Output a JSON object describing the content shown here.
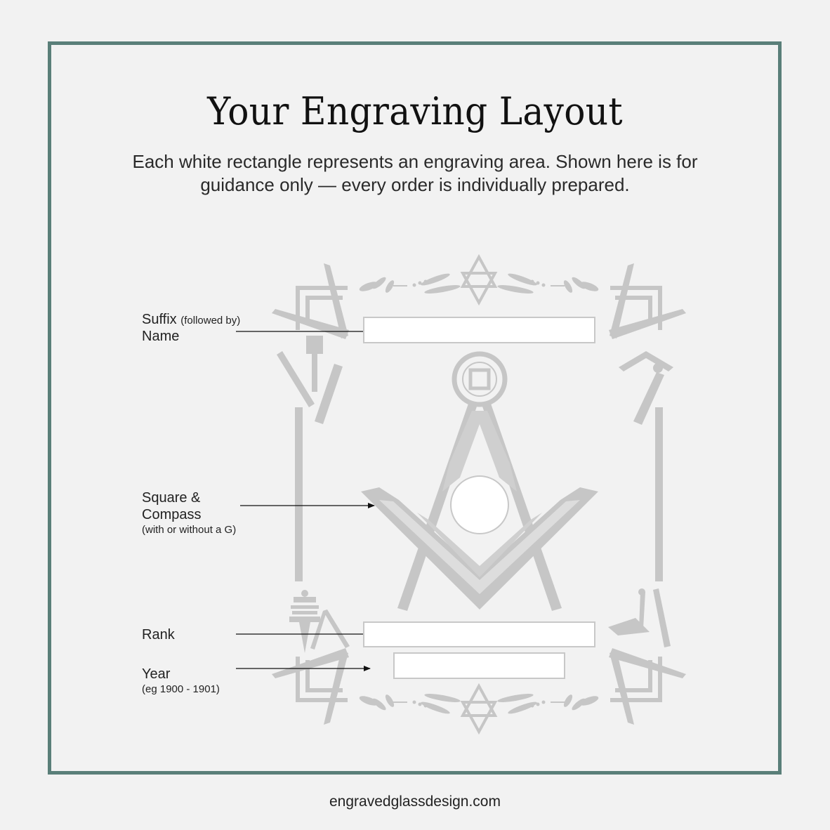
{
  "header": {
    "title": "Your Engraving Layout",
    "subtitle_line1": "Each white rectangle represents an engraving area. Shown here is for",
    "subtitle_line2": "guidance only — every order is individually prepared."
  },
  "labels": {
    "name": {
      "main": "Suffix",
      "note": "(followed by)",
      "line2": "Name"
    },
    "emblem": {
      "line1": "Square &",
      "line2": "Compass",
      "note": "(with or without a G)"
    },
    "rank": {
      "main": "Rank"
    },
    "year": {
      "main": "Year",
      "note": "(eg 1900 - 1901)"
    }
  },
  "engraving_areas": [
    {
      "id": "name",
      "shape": "rectangle"
    },
    {
      "id": "emblem-center",
      "shape": "circle"
    },
    {
      "id": "rank",
      "shape": "rectangle"
    },
    {
      "id": "year",
      "shape": "rectangle"
    }
  ],
  "artwork": {
    "emblem": "square-and-compass",
    "ornament_top": "star-of-david-with-olive-branches",
    "ornament_bottom": "star-of-david-with-olive-branches",
    "corner_tools": [
      "compass-points",
      "gavel",
      "ruler",
      "chisel",
      "level",
      "plumb",
      "trowel",
      "column"
    ]
  },
  "footer": {
    "website": "engravedglassdesign.com"
  },
  "colors": {
    "frame_border": "#5a7f79",
    "background": "#f2f2f2",
    "artwork_gray": "#c6c6c6",
    "box_fill": "#ffffff",
    "text": "#222222"
  }
}
